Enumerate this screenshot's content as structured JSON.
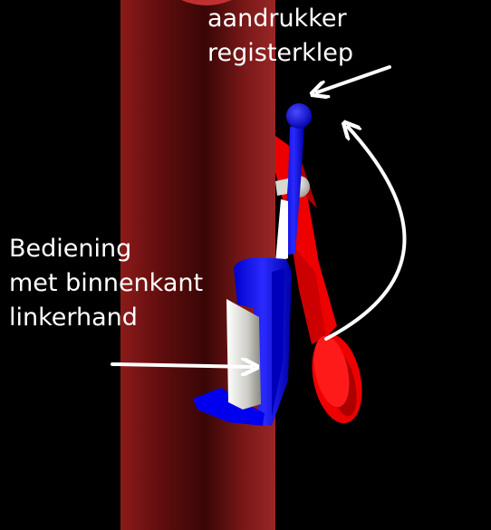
{
  "labels": {
    "top": [
      "aandrukker",
      "registerklep"
    ],
    "left": [
      "Bediening",
      "met binnenkant",
      "linkerhand"
    ]
  },
  "colors": {
    "background": "#000000",
    "pipe": "#8b1c1c",
    "lever_blue": "#0000ee",
    "valve_red": "#ee0000",
    "knob_white": "#e8e8e0",
    "arrow": "#ffffff"
  }
}
